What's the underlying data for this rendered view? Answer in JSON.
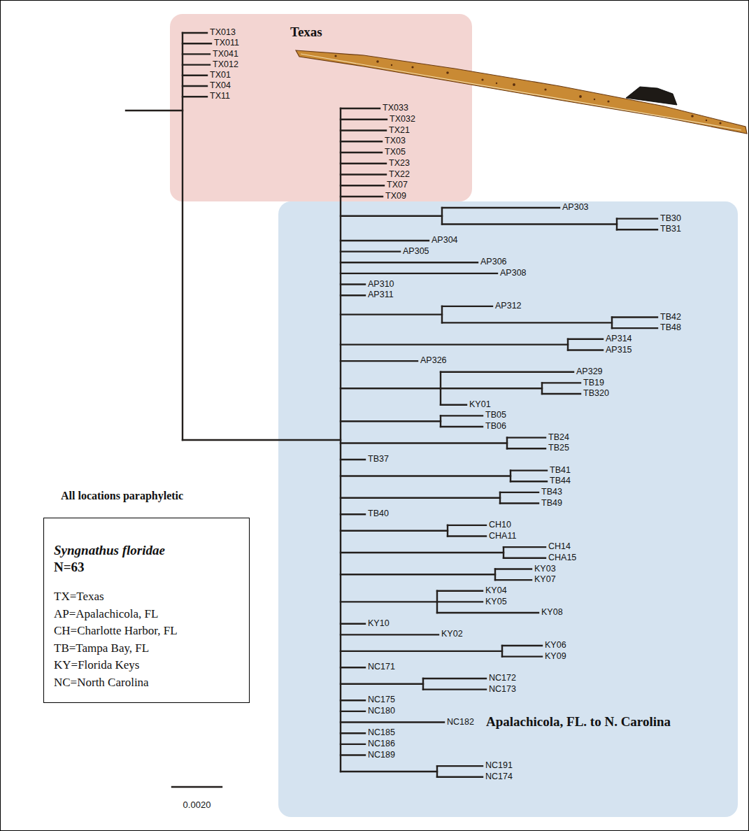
{
  "diagram": {
    "nodes": [
      {
        "text": [
          "Texas"
        ]
      },
      {
        "text": [
          "Apalachicola, FL. to N. Carolina"
        ]
      },
      {
        "text": [
          "Syngnathus floridae",
          "N=63",
          "TX=Texas",
          "AP=Apalachicola, FL",
          "CH=Charlotte Harbor, FL",
          "TB=Tampa Bay, FL",
          "KY=Florida Keys",
          "NC=North Carolina"
        ]
      }
    ],
    "labels": [
      "TX013",
      "TX011",
      "TX041",
      "TX012",
      "TX01",
      "TX04",
      "TX11",
      "TX033",
      "TX032",
      "TX21",
      "TX03",
      "TX05",
      "TX23",
      "TX22",
      "TX07",
      "TX09",
      "AP303",
      "TB30",
      "TB31",
      "AP304",
      "AP305",
      "AP306",
      "AP308",
      "AP310",
      "AP311",
      "AP312",
      "TB42",
      "TB48",
      "AP314",
      "AP315",
      "AP326",
      "AP329",
      "TB19",
      "TB320",
      "KY01",
      "TB05",
      "TB06",
      "TB24",
      "TB25",
      "TB37",
      "TB41",
      "TB44",
      "TB43",
      "TB49",
      "TB40",
      "CH10",
      "CHA11",
      "CH14",
      "CHA15",
      "KY03",
      "KY07",
      "KY04",
      "KY05",
      "KY08",
      "KY10",
      "KY02",
      "KY06",
      "KY09",
      "NC171",
      "NC172",
      "NC173",
      "NC175",
      "NC180",
      "NC182",
      "NC185",
      "NC186",
      "NC189",
      "NC191",
      "NC174",
      "All locations paraphyletic",
      "0.0020"
    ]
  }
}
